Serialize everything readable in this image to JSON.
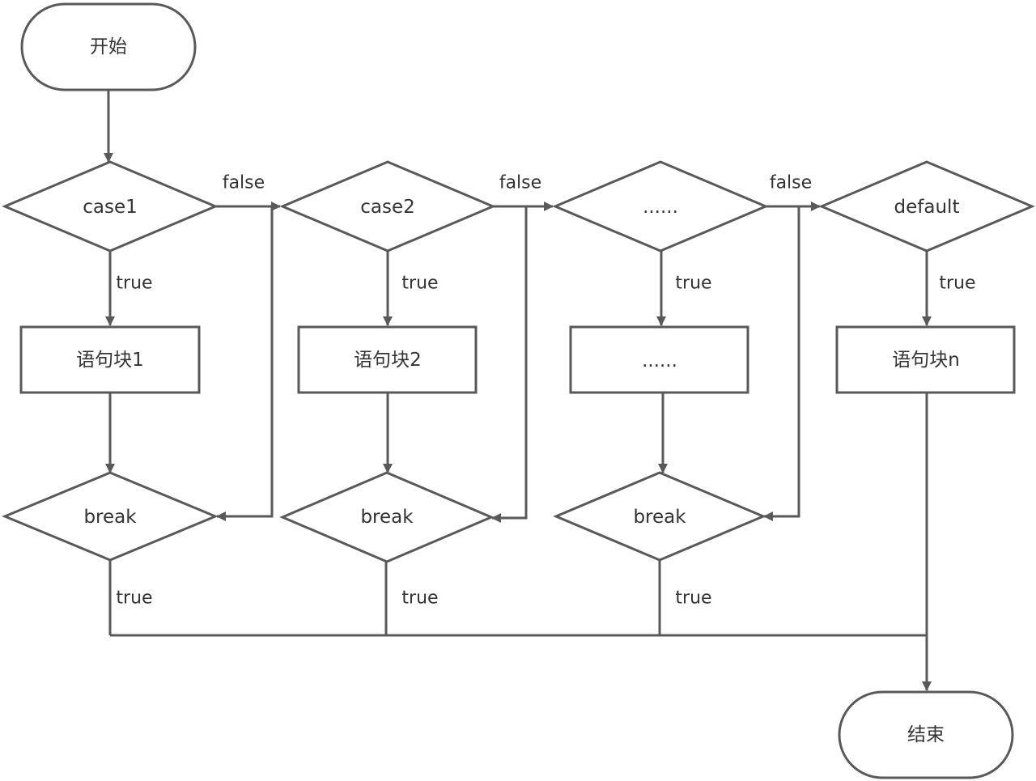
{
  "colors": {
    "stroke": "#595959",
    "fill": "#ffffff",
    "text": "#333333"
  },
  "nodes": {
    "start": "开始",
    "case1": "case1",
    "case2": "case2",
    "case_more": "......",
    "default": "default",
    "block1": "语句块1",
    "block2": "语句块2",
    "block_more": "......",
    "block_n": "语句块n",
    "break1": "break",
    "break2": "break",
    "break3": "break",
    "end": "结束"
  },
  "edge_labels": {
    "case1_false": "false",
    "case2_false": "false",
    "case_more_false": "false",
    "case1_true": "true",
    "case2_true": "true",
    "case_more_true": "true",
    "default_true": "true",
    "break1_true": "true",
    "break2_true": "true",
    "break3_true": "true"
  }
}
